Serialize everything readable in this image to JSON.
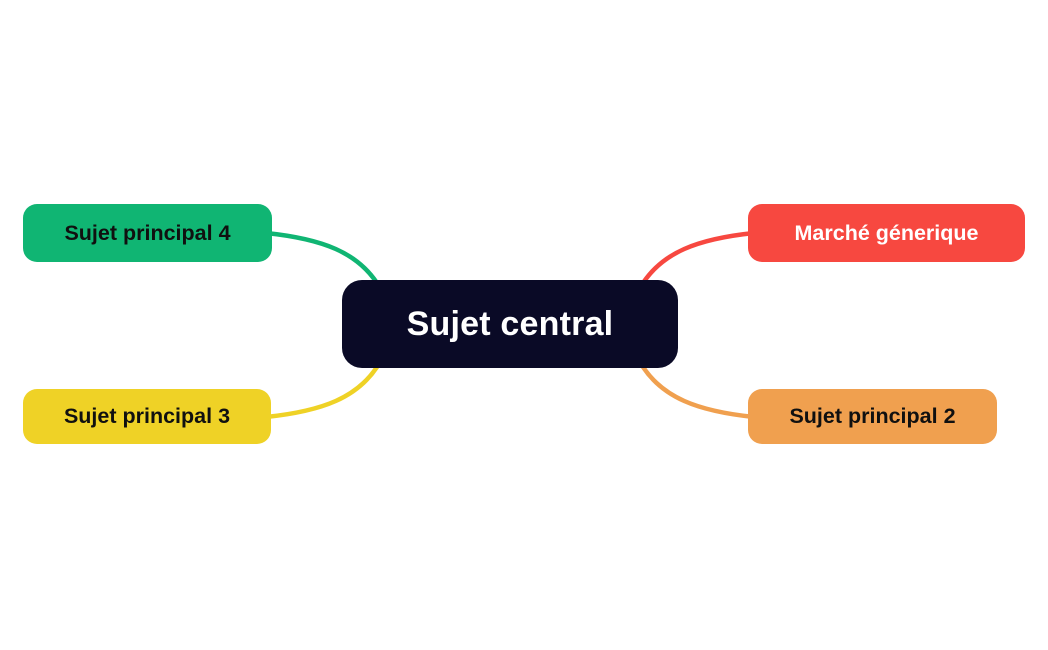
{
  "canvas": {
    "background": "#ffffff"
  },
  "mindmap": {
    "central": {
      "label": "Sujet central",
      "bg": "#0A0A26",
      "text_color": "#ffffff"
    },
    "branches": [
      {
        "label": "Sujet principal 4",
        "position": "top-left",
        "bg": "#10B573",
        "text_color": "#101010",
        "connector_color": "#10B573"
      },
      {
        "label": "Marché génerique",
        "position": "top-right",
        "bg": "#F74840",
        "text_color": "#ffffff",
        "connector_color": "#F74840"
      },
      {
        "label": "Sujet principal 3",
        "position": "bottom-left",
        "bg": "#EFD226",
        "text_color": "#101010",
        "connector_color": "#EFD226"
      },
      {
        "label": "Sujet principal 2",
        "position": "bottom-right",
        "bg": "#F0A04F",
        "text_color": "#101010",
        "connector_color": "#F0A04F"
      }
    ]
  }
}
